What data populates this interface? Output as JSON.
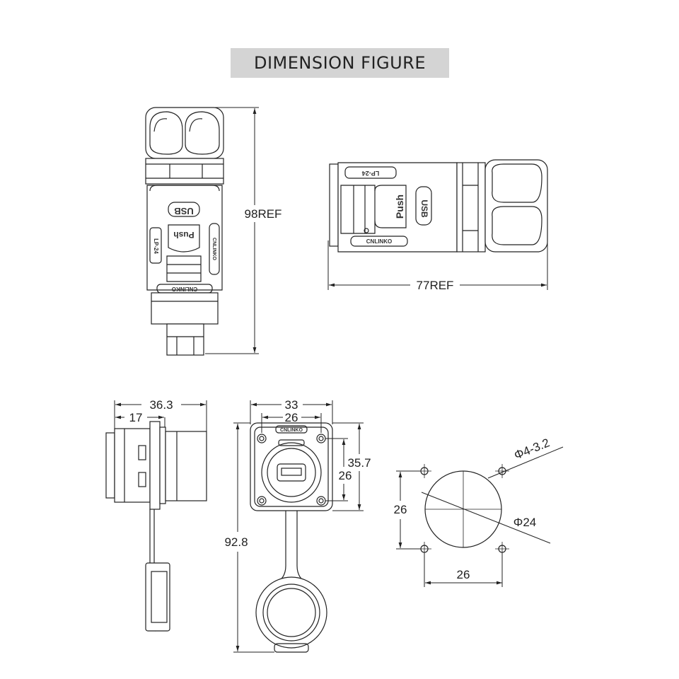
{
  "title": "DIMENSION FIGURE",
  "plug": {
    "usb_label": "USB",
    "push_label": "Push",
    "model_label": "LP-24",
    "brand_label": "CNLINKO"
  },
  "dimensions": {
    "height_ref": "98REF",
    "length_ref": "77REF",
    "side_total": "36.3",
    "side_inner": "17",
    "front_width": "33",
    "front_hole_spacing": "26",
    "front_height": "35.7",
    "front_hole_height": "26",
    "overall_height": "92.8",
    "hole_callout": "Φ4-3.2",
    "cutout_diameter": "Φ24",
    "cutout_v_spacing": "26",
    "cutout_h_spacing": "26"
  }
}
